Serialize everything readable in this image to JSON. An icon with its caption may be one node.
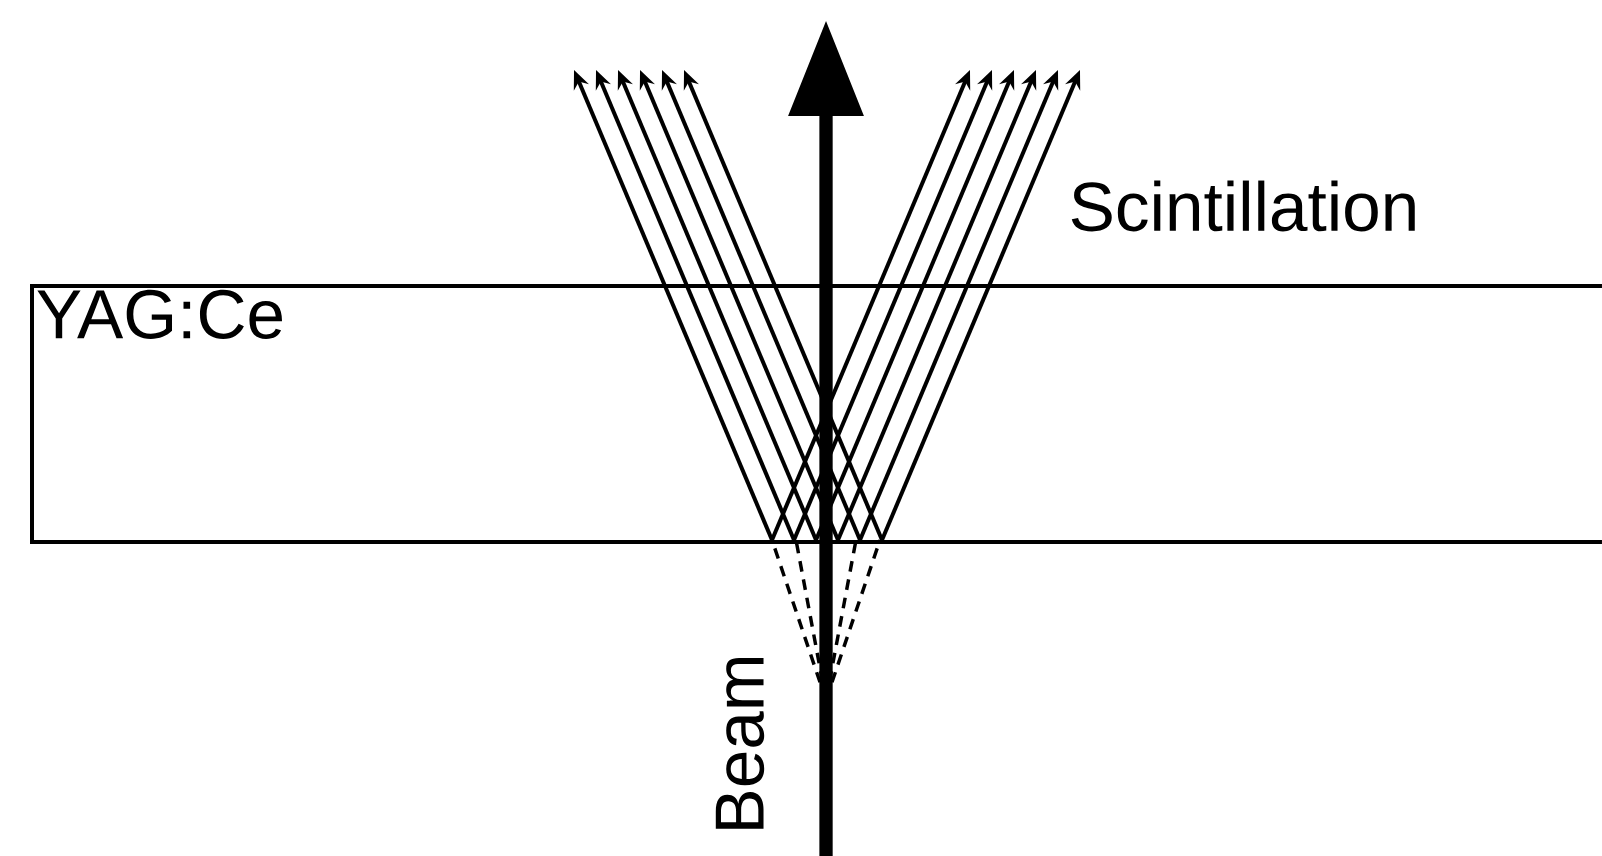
{
  "diagram": {
    "nodes": [
      {
        "text": [
          "YAG:Ce"
        ]
      }
    ],
    "labels": [
      "Scintillation",
      "Beam"
    ]
  }
}
